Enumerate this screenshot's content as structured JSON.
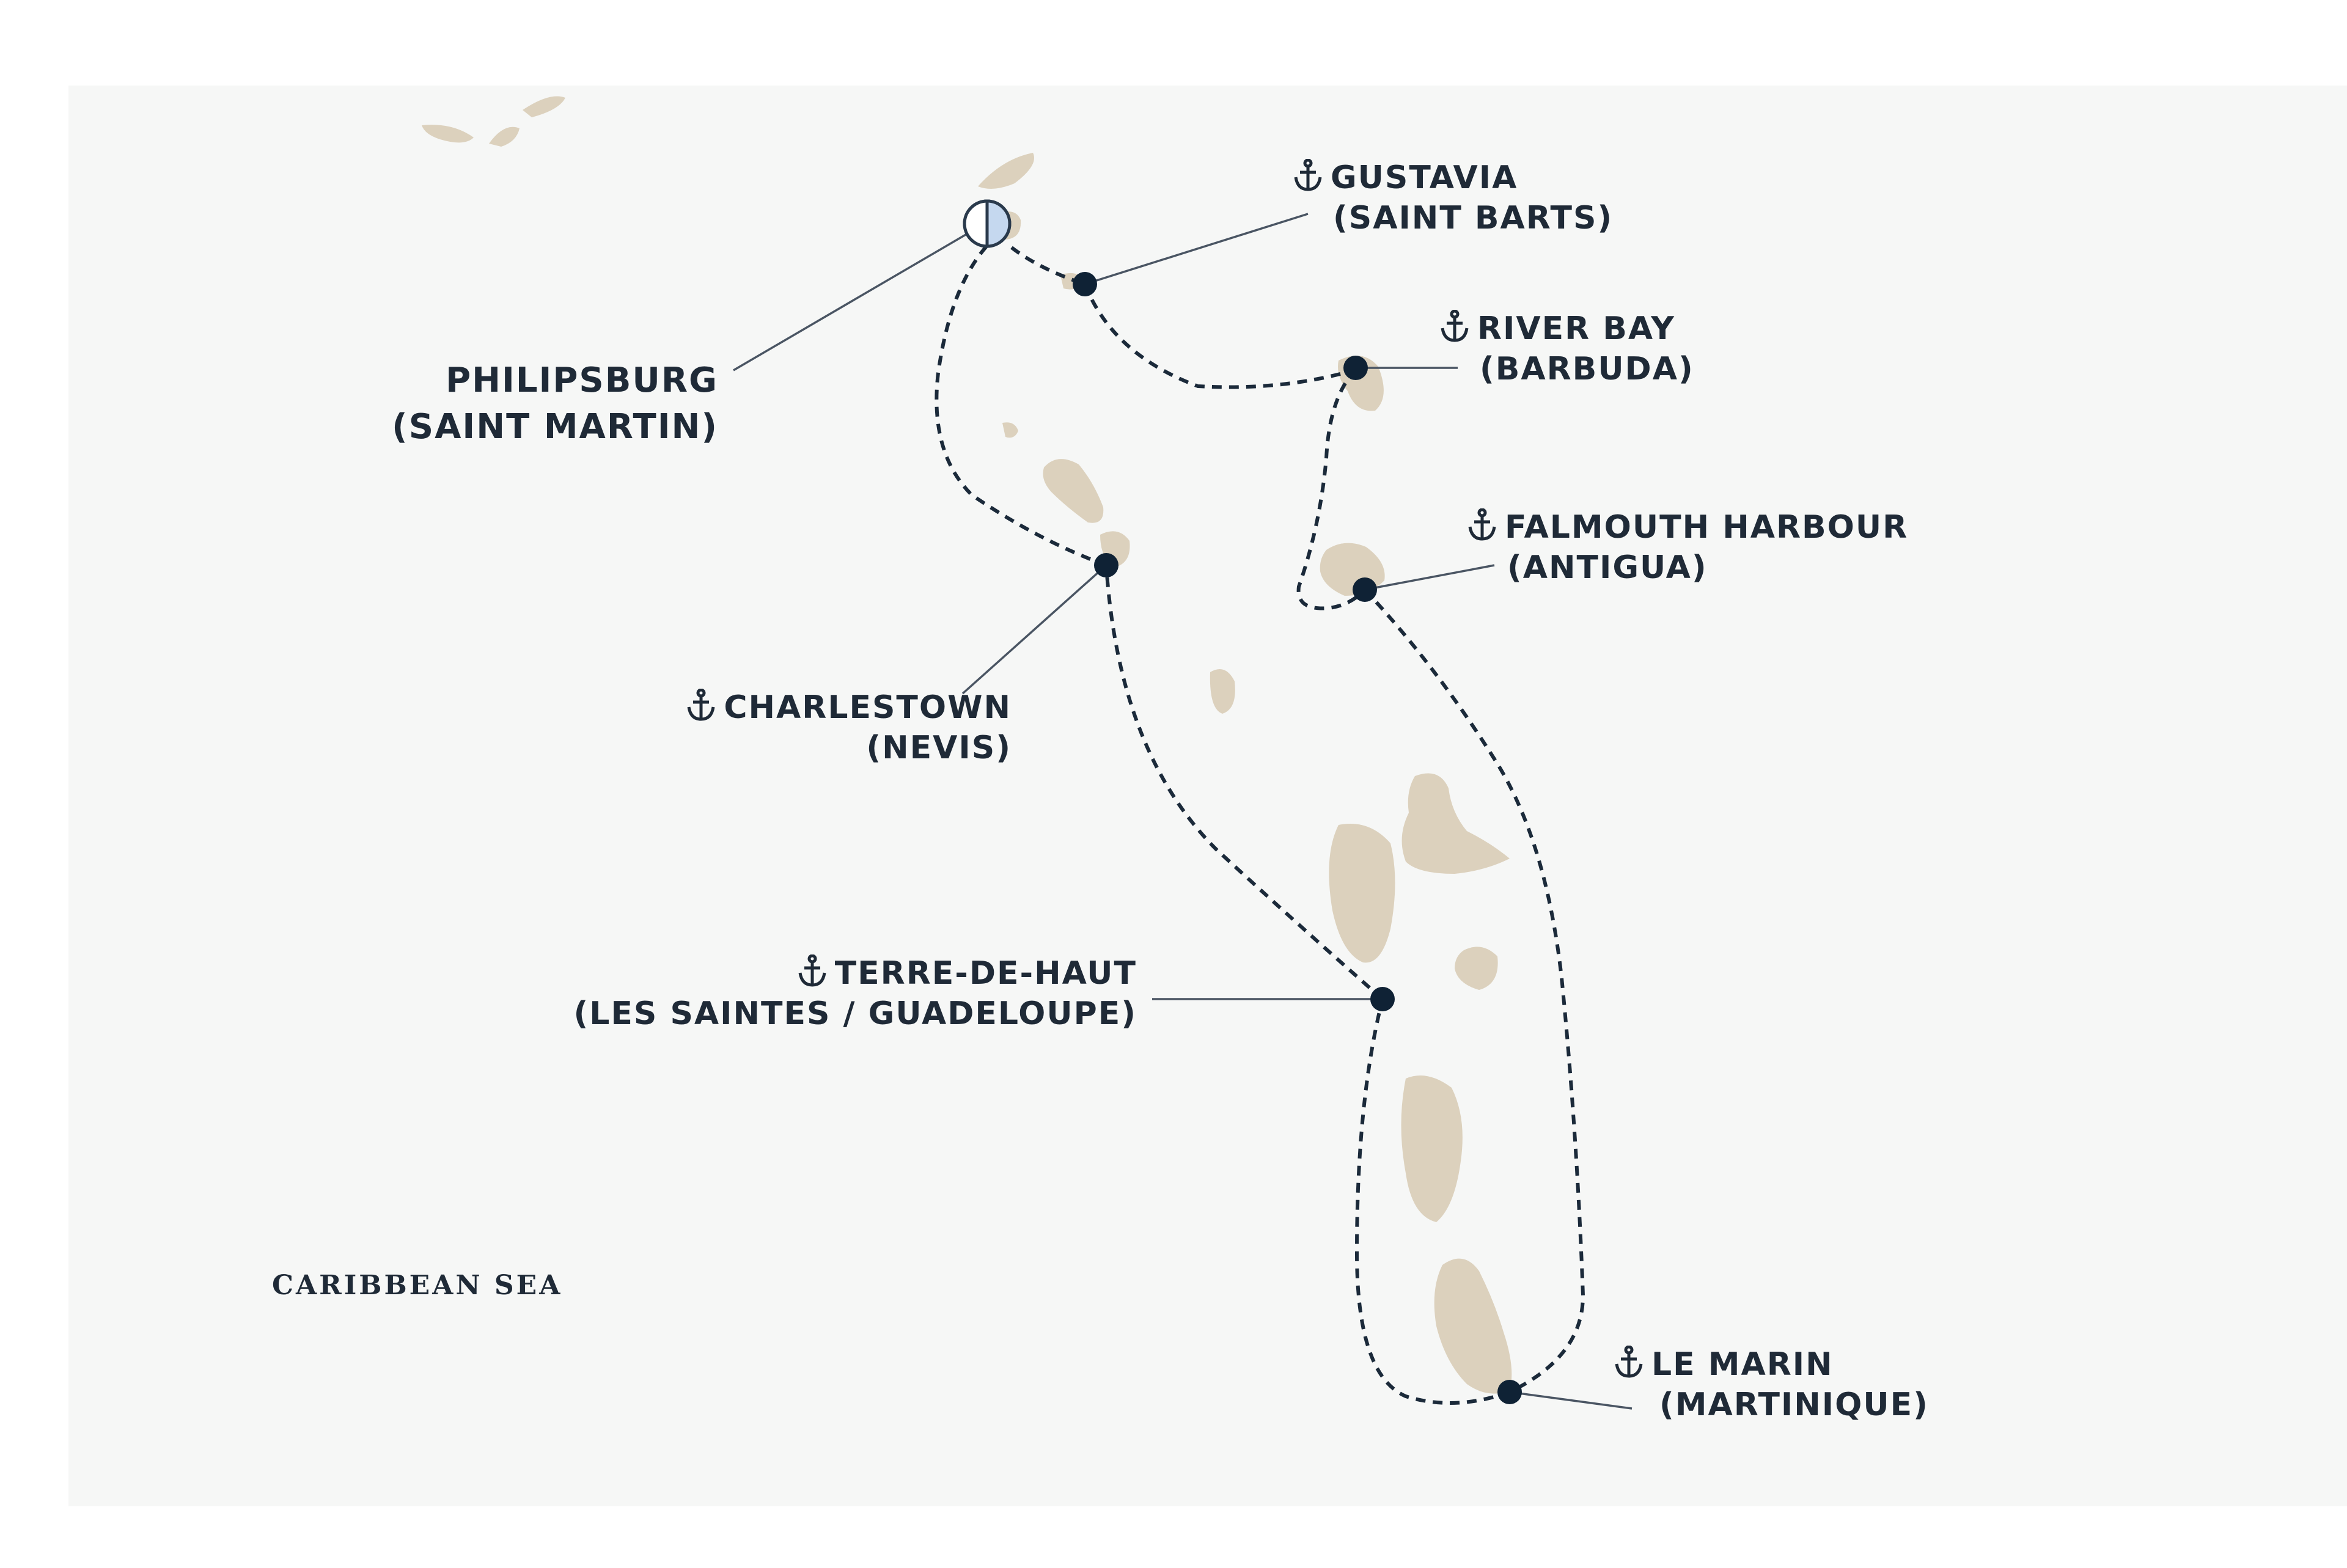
{
  "map": {
    "sea_label": "CARIBBEAN SEA",
    "colors": {
      "sea": "#f6f7f6",
      "land": "#dcd1bd",
      "route": "#1b2a3a",
      "port_marker": "#0f2235",
      "start_marker_fill": "#c5d8ef",
      "text": "#1f2a37"
    },
    "start_port": {
      "name": "PHILIPSBURG",
      "region": "(SAINT MARTIN)",
      "marker_icon": "half-circle-start-icon"
    },
    "ports": [
      {
        "id": "gustavia",
        "name": "GUSTAVIA",
        "region": "(SAINT BARTS)",
        "icon": "anchor-icon"
      },
      {
        "id": "river-bay",
        "name": "RIVER BAY",
        "region": "(BARBUDA)",
        "icon": "anchor-icon"
      },
      {
        "id": "falmouth-harbour",
        "name": "FALMOUTH HARBOUR",
        "region": "(ANTIGUA)",
        "icon": "anchor-icon"
      },
      {
        "id": "charlestown",
        "name": "CHARLESTOWN",
        "region": "(NEVIS)",
        "icon": "anchor-icon"
      },
      {
        "id": "terre-de-haut",
        "name": "TERRE-DE-HAUT",
        "region": "(LES SAINTES / GUADELOUPE)",
        "icon": "anchor-icon"
      },
      {
        "id": "le-marin",
        "name": "LE MARIN",
        "region": "(MARTINIQUE)",
        "icon": "anchor-icon"
      }
    ]
  }
}
